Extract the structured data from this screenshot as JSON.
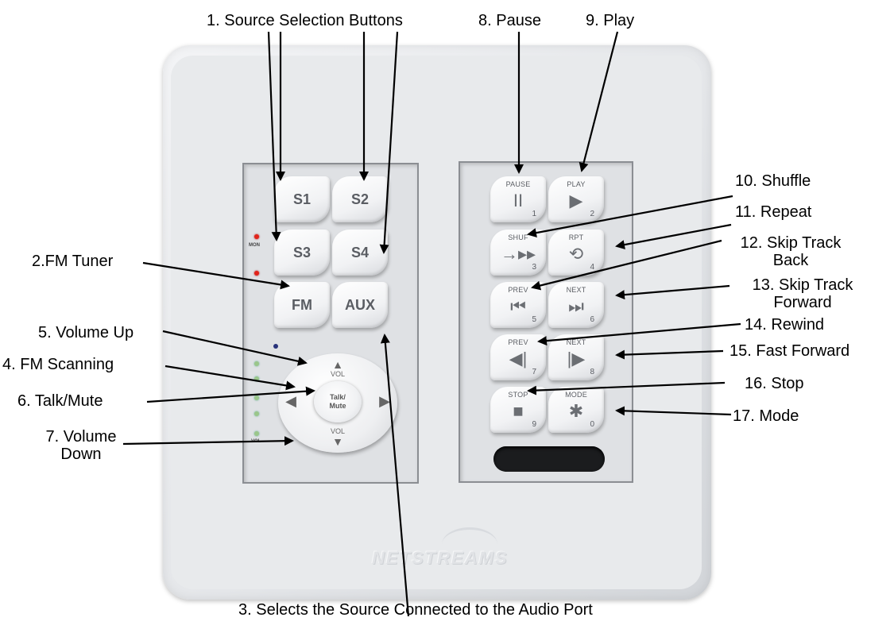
{
  "device": {
    "brand_text": "NETSTREAMS",
    "source_keys": [
      "S1",
      "S2",
      "S3",
      "S4",
      "FM",
      "AUX"
    ],
    "led_labels": {
      "mon": "MON",
      "vol": "VOL"
    },
    "dpad": {
      "up_label": "VOL",
      "down_label": "VOL",
      "center_line1": "Talk/",
      "center_line2": "Mute"
    },
    "transport_keys": [
      {
        "cap": "PAUSE",
        "glyph": "II",
        "num": "1"
      },
      {
        "cap": "PLAY",
        "glyph": "▶",
        "num": "2"
      },
      {
        "cap": "SHUF",
        "glyph": "→▸▸",
        "num": "3"
      },
      {
        "cap": "RPT",
        "glyph": "⟲",
        "num": "4"
      },
      {
        "cap": "PREV",
        "glyph": "⏮",
        "num": "5"
      },
      {
        "cap": "NEXT",
        "glyph": "⏭",
        "num": "6"
      },
      {
        "cap": "PREV",
        "glyph": "◀|",
        "num": "7"
      },
      {
        "cap": "NEXT",
        "glyph": "|▶",
        "num": "8"
      },
      {
        "cap": "STOP",
        "glyph": "■",
        "num": "9"
      },
      {
        "cap": "MODE",
        "glyph": "✱",
        "num": "0"
      }
    ]
  },
  "callouts": {
    "source_selection": "1. Source Selection Buttons",
    "fm_tuner": "2.FM Tuner",
    "aux_port": "3. Selects the Source Connected to the Audio Port",
    "fm_scanning": "4. FM Scanning",
    "volume_up": "5. Volume Up",
    "talk_mute": "6. Talk/Mute",
    "volume_down": "7. Volume Down",
    "pause": "8. Pause",
    "play": "9. Play",
    "shuffle": "10. Shuffle",
    "repeat": "11. Repeat",
    "skip_back": "12. Skip Track Back",
    "skip_forward": "13. Skip Track Forward",
    "rewind": "14. Rewind",
    "fast_forward": "15. Fast Forward",
    "stop": "16. Stop",
    "mode": "17. Mode"
  }
}
